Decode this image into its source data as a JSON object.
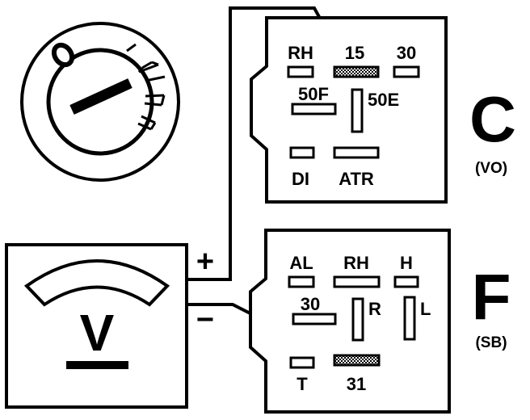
{
  "connector_c": {
    "letter": "C",
    "caption": "(VO)",
    "pins": {
      "rh": "RH",
      "p15": "15",
      "p30": "30",
      "p50f": "50F",
      "p50e": "50E",
      "di": "DI",
      "atr": "ATR"
    }
  },
  "connector_f": {
    "letter": "F",
    "caption": "(SB)",
    "pins": {
      "al": "AL",
      "rh": "RH",
      "h": "H",
      "p30": "30",
      "r": "R",
      "l": "L",
      "t": "T",
      "p31": "31"
    }
  },
  "voltmeter": {
    "symbol": "V",
    "plus": "+",
    "minus": "−"
  },
  "colors": {
    "ink": "#000000",
    "hatch": "#9a9a9a"
  },
  "icons": {
    "ignition": "ignition-switch-icon",
    "meter": "voltmeter-icon"
  }
}
